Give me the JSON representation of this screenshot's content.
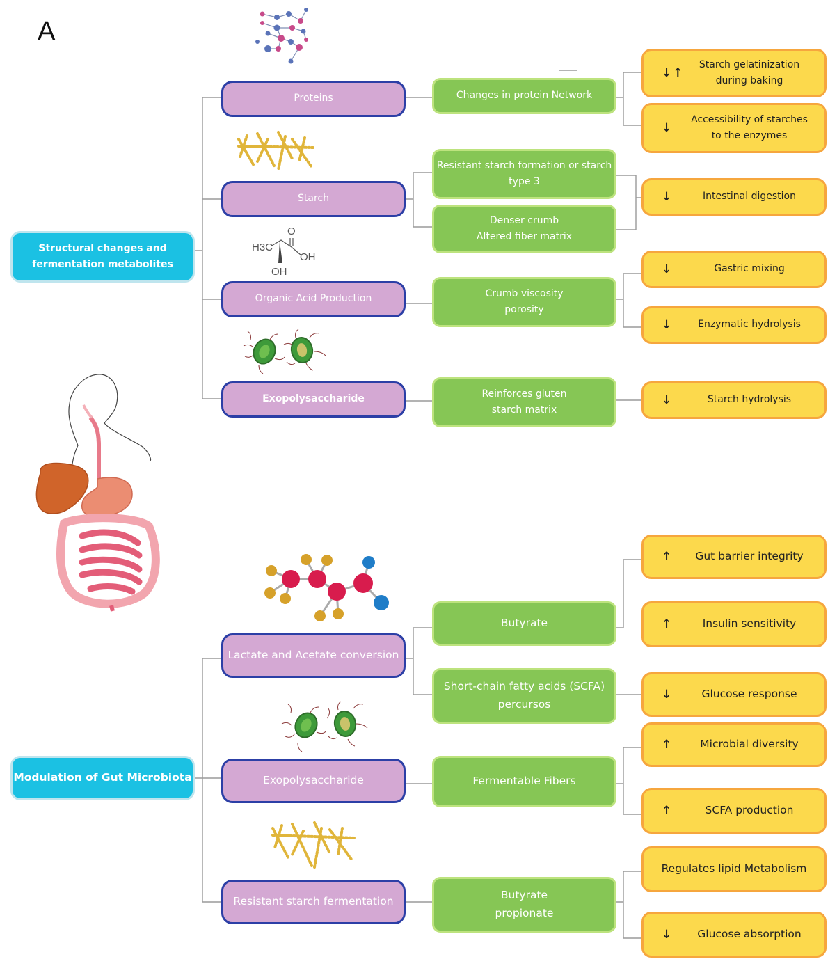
{
  "panel_label": "A",
  "section_top": {
    "root": [
      "Structural changes and",
      "fermentation metabolites"
    ],
    "branches": [
      {
        "label": "Proteins"
      },
      {
        "label": "Starch"
      },
      {
        "label": "Organic Acid Production"
      },
      {
        "label": "Exopolysaccharide"
      }
    ],
    "effects": [
      {
        "lines": [
          "Changes in protein Network"
        ]
      },
      {
        "lines": [
          "Resistant starch formation or starch",
          "type 3"
        ]
      },
      {
        "lines": [
          "Denser crumb",
          "Altered fiber matrix"
        ]
      },
      {
        "lines": [
          "Crumb viscosity",
          "porosity"
        ]
      },
      {
        "lines": [
          "Reinforces gluten",
          "starch matrix"
        ]
      }
    ],
    "outcomes": [
      {
        "arrows": "↓↑",
        "lines": [
          "Starch gelatinization",
          "during baking"
        ]
      },
      {
        "arrows": "↓",
        "lines": [
          "Accessibility of starches",
          "to the enzymes"
        ]
      },
      {
        "arrows": "↓",
        "lines": [
          "Intestinal digestion"
        ]
      },
      {
        "arrows": "↓",
        "lines": [
          "Gastric mixing"
        ]
      },
      {
        "arrows": "↓",
        "lines": [
          "Enzymatic hydrolysis"
        ]
      },
      {
        "arrows": "↓",
        "lines": [
          "Starch hydrolysis"
        ]
      }
    ],
    "lactic_acid_labels": {
      "h3c": "H3C",
      "o": "O",
      "oh_right": "OH",
      "oh_bottom": "OH"
    }
  },
  "section_bottom": {
    "root": "Modulation of Gut Microbiota",
    "branches": [
      {
        "label": "Lactate and Acetate conversion"
      },
      {
        "label": "Exopolysaccharide"
      },
      {
        "label": "Resistant starch fermentation"
      }
    ],
    "effects": [
      {
        "lines": [
          "Butyrate"
        ]
      },
      {
        "lines": [
          "Short-chain fatty acids (SCFA)",
          "percursos"
        ]
      },
      {
        "lines": [
          "Fermentable Fibers"
        ]
      },
      {
        "lines": [
          "Butyrate",
          "propionate"
        ]
      }
    ],
    "outcomes": [
      {
        "arrows": "↑",
        "lines": [
          "Gut barrier integrity"
        ]
      },
      {
        "arrows": "↑",
        "lines": [
          "Insulin sensitivity"
        ]
      },
      {
        "arrows": "↓",
        "lines": [
          "Glucose response"
        ]
      },
      {
        "arrows": "↑",
        "lines": [
          "Microbial diversity"
        ]
      },
      {
        "arrows": "↑",
        "lines": [
          "SCFA production"
        ]
      },
      {
        "arrows": "",
        "lines": [
          "Regulates lipid Metabolism"
        ]
      },
      {
        "arrows": "↓",
        "lines": [
          "Glucose absorption"
        ]
      }
    ]
  },
  "colors": {
    "root_fill": "#1bc1e3",
    "branch_fill": "#d4a8d3",
    "branch_border": "#2c3fa6",
    "effect_fill": "#86c655",
    "outcome_fill": "#fcd94c",
    "outcome_border": "#f6a63e",
    "connector": "#9a9a9a"
  },
  "icons": [
    "molecule-network-icon",
    "starch-chain-icon",
    "lactic-acid-structure-icon",
    "bacteria-icon",
    "digestive-system-icon",
    "butyrate-molecule-icon"
  ]
}
